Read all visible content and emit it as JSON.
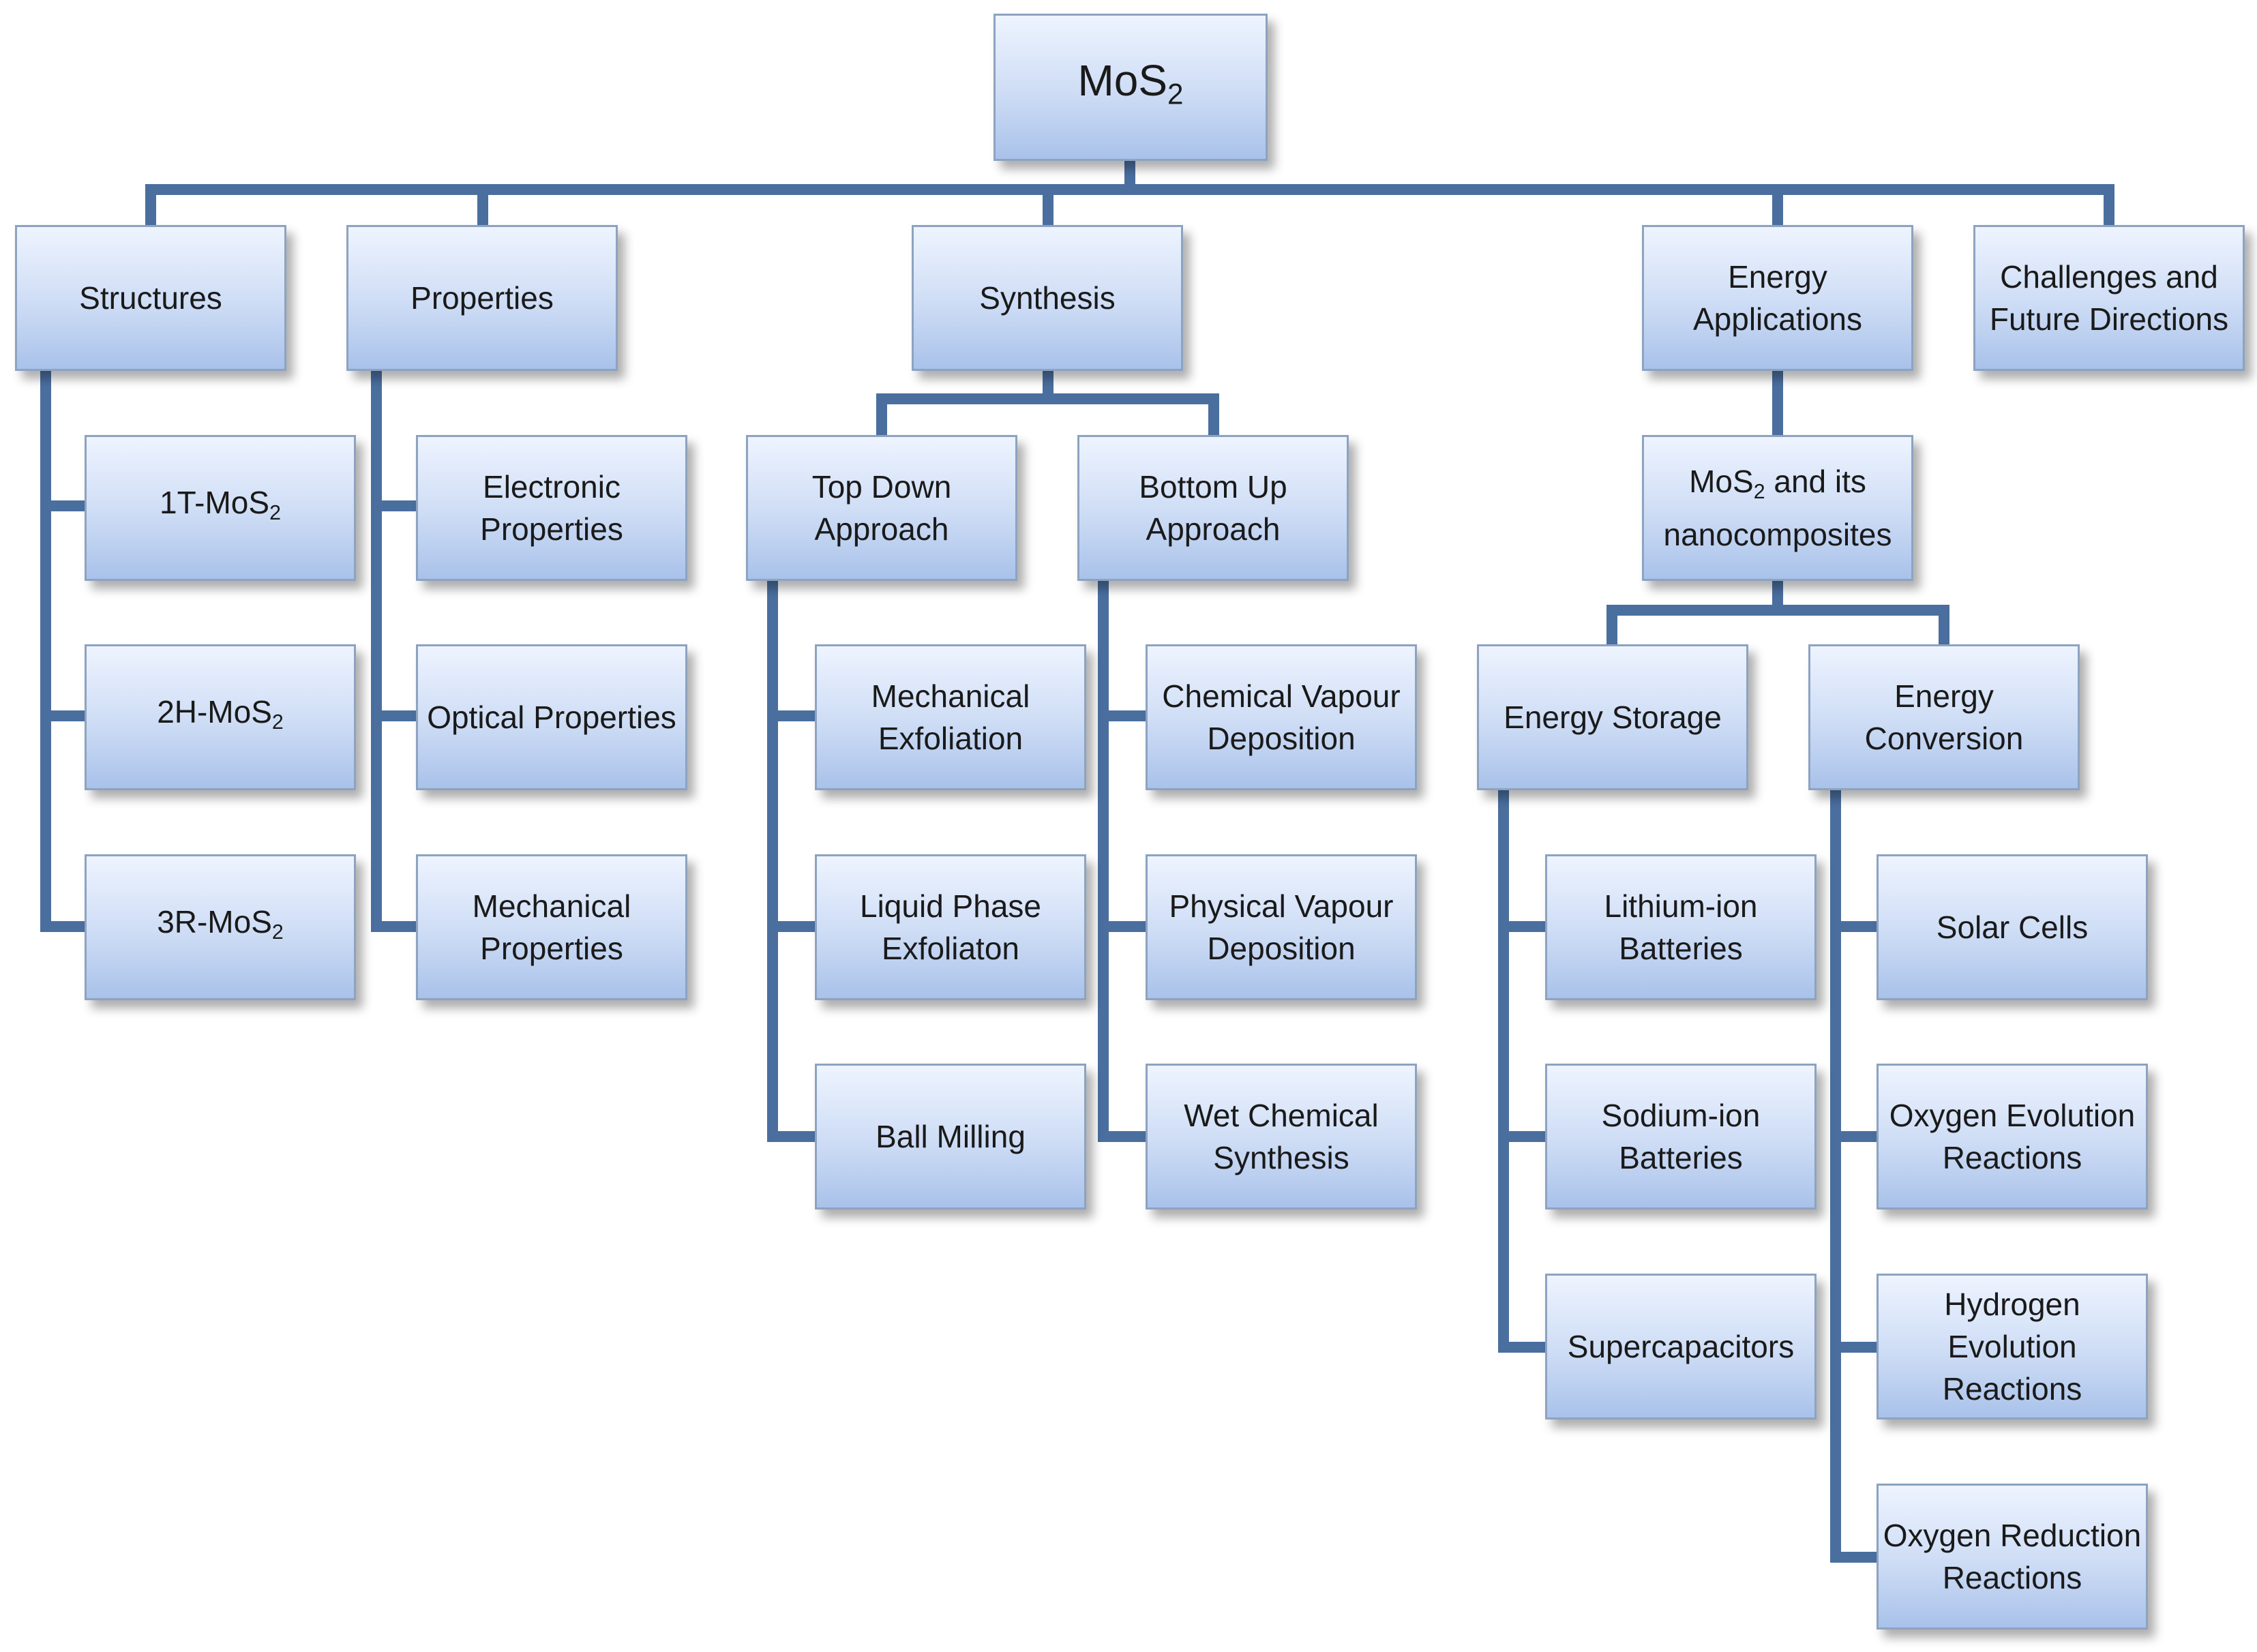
{
  "nodes": {
    "root": {
      "text": "MoS",
      "sub": "2",
      "after": ""
    },
    "structures": {
      "text": "Structures",
      "sub": "",
      "after": ""
    },
    "properties": {
      "text": "Properties",
      "sub": "",
      "after": ""
    },
    "synthesis": {
      "text": "Synthesis",
      "sub": "",
      "after": ""
    },
    "energy_apps": {
      "text": "Energy\nApplications",
      "sub": "",
      "after": ""
    },
    "challenges": {
      "text": "Challenges and\nFuture Directions",
      "sub": "",
      "after": ""
    },
    "mos2_1t": {
      "text": "1T-MoS",
      "sub": "2",
      "after": ""
    },
    "mos2_2h": {
      "text": "2H-MoS",
      "sub": "2",
      "after": ""
    },
    "mos2_3r": {
      "text": "3R-MoS",
      "sub": "2",
      "after": ""
    },
    "electronic": {
      "text": "Electronic\nProperties",
      "sub": "",
      "after": ""
    },
    "optical": {
      "text": "Optical Properties",
      "sub": "",
      "after": ""
    },
    "mechanical_props": {
      "text": "Mechanical\nProperties",
      "sub": "",
      "after": ""
    },
    "top_down": {
      "text": "Top Down\nApproach",
      "sub": "",
      "after": ""
    },
    "bottom_up": {
      "text": "Bottom Up\nApproach",
      "sub": "",
      "after": ""
    },
    "mech_exfol": {
      "text": "Mechanical\nExfoliation",
      "sub": "",
      "after": ""
    },
    "liquid_exfol": {
      "text": "Liquid Phase\nExfoliaton",
      "sub": "",
      "after": ""
    },
    "ball_milling": {
      "text": "Ball Milling",
      "sub": "",
      "after": ""
    },
    "cvd": {
      "text": "Chemical Vapour\nDeposition",
      "sub": "",
      "after": ""
    },
    "pvd": {
      "text": "Physical Vapour\nDeposition",
      "sub": "",
      "after": ""
    },
    "wet_chem": {
      "text": "Wet Chemical\nSynthesis",
      "sub": "",
      "after": ""
    },
    "nanocomposites": {
      "text": "MoS",
      "sub": "2",
      "after": " and its\nnanocomposites"
    },
    "energy_storage": {
      "text": "Energy Storage",
      "sub": "",
      "after": ""
    },
    "energy_conversion": {
      "text": "Energy Conversion",
      "sub": "",
      "after": ""
    },
    "li_ion": {
      "text": "Lithium-ion\nBatteries",
      "sub": "",
      "after": ""
    },
    "na_ion": {
      "text": "Sodium-ion\nBatteries",
      "sub": "",
      "after": ""
    },
    "supercap": {
      "text": "Supercapacitors",
      "sub": "",
      "after": ""
    },
    "solar": {
      "text": "Solar Cells",
      "sub": "",
      "after": ""
    },
    "oer": {
      "text": "Oxygen Evolution\nReactions",
      "sub": "",
      "after": ""
    },
    "her": {
      "text": "Hydrogen\nEvolution\nReactions",
      "sub": "",
      "after": ""
    },
    "orr": {
      "text": "Oxygen Reduction\nReactions",
      "sub": "",
      "after": ""
    }
  },
  "connector_color": "#4a6f9f"
}
